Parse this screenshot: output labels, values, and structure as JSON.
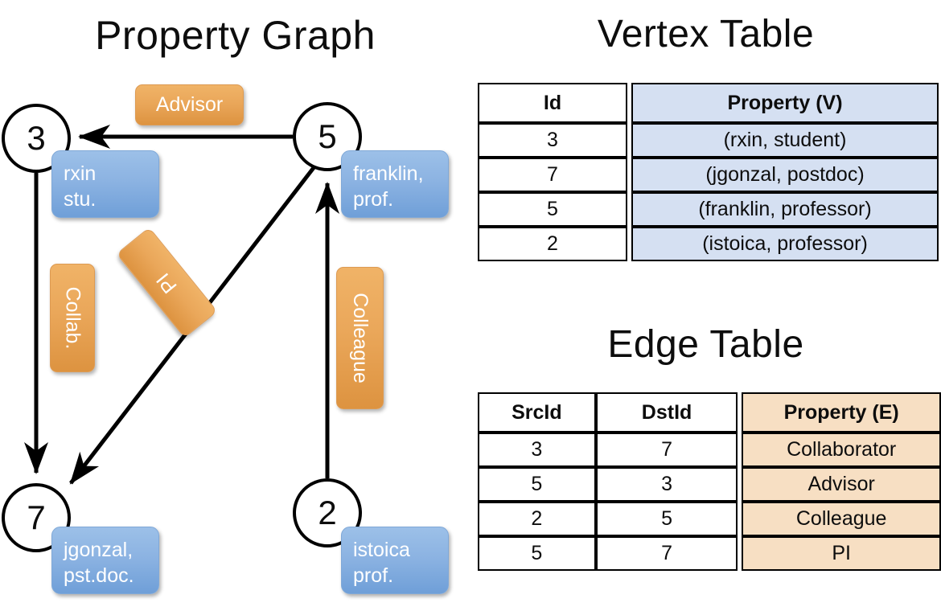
{
  "titles": {
    "property_graph": "Property Graph",
    "vertex_table": "Vertex Table",
    "edge_table": "Edge Table"
  },
  "graph": {
    "nodes": [
      {
        "id": "3",
        "label": "3",
        "property": "rxin\nstu."
      },
      {
        "id": "5",
        "label": "5",
        "property": "franklin,\nprof."
      },
      {
        "id": "7",
        "label": "7",
        "property": "jgonzal,\npst.doc."
      },
      {
        "id": "2",
        "label": "2",
        "property": "istoica\nprof."
      }
    ],
    "edge_labels": [
      {
        "name": "advisor",
        "text": "Advisor"
      },
      {
        "name": "collab",
        "text": "Collab."
      },
      {
        "name": "pi",
        "text": "PI"
      },
      {
        "name": "colleague",
        "text": "Colleague"
      }
    ],
    "edges": [
      {
        "src": "5",
        "dst": "3",
        "label": "Advisor"
      },
      {
        "src": "3",
        "dst": "7",
        "label": "Collab."
      },
      {
        "src": "5",
        "dst": "7",
        "label": "PI"
      },
      {
        "src": "2",
        "dst": "5",
        "label": "Colleague"
      }
    ]
  },
  "vertex_table": {
    "headers": [
      "Id",
      "Property (V)"
    ],
    "rows": [
      {
        "id": "3",
        "property": "(rxin, student)"
      },
      {
        "id": "7",
        "property": "(jgonzal, postdoc)"
      },
      {
        "id": "5",
        "property": "(franklin, professor)"
      },
      {
        "id": "2",
        "property": "(istoica, professor)"
      }
    ]
  },
  "edge_table": {
    "headers": [
      "SrcId",
      "DstId",
      "Property (E)"
    ],
    "rows": [
      {
        "src": "3",
        "dst": "7",
        "property": "Collaborator"
      },
      {
        "src": "5",
        "dst": "3",
        "property": "Advisor"
      },
      {
        "src": "2",
        "dst": "5",
        "property": "Colleague"
      },
      {
        "src": "5",
        "dst": "7",
        "property": "PI"
      }
    ]
  },
  "colors": {
    "vertex_property_fill": "#d5e0f2",
    "edge_property_fill": "#f7dfc3",
    "node_box_blue": "#8cb3e2",
    "edge_label_orange": "#eaa75a",
    "stroke": "#000000"
  }
}
